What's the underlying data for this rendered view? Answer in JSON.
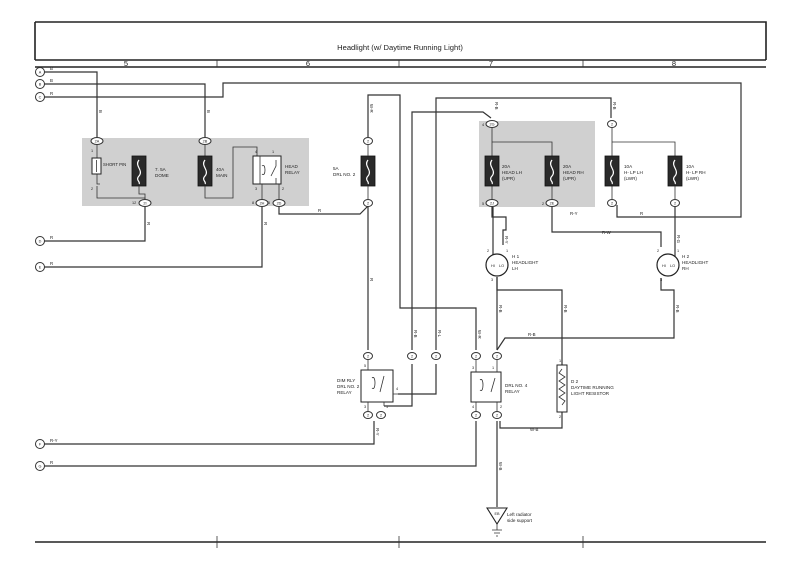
{
  "title": "Headlight (w/ Daytime Running Light)",
  "columns": [
    "5",
    "6",
    "7",
    "8"
  ],
  "connectors": {
    "A": "A",
    "B": "B",
    "C": "C",
    "D": "D",
    "E": "E",
    "F": "F",
    "G": "G"
  },
  "pin_labels": {
    "2A": "2A",
    "2B": "2B",
    "2C": "2C",
    "2D": "2D",
    "2E": "2E",
    "2G": "2G",
    "2H": "2H",
    "2I": "2I",
    "2J": "2J",
    "n1": "1",
    "n2": "2",
    "n3": "3",
    "n4": "4",
    "n5": "5",
    "n8": "8",
    "n12": "12"
  },
  "components": {
    "short_pin": "SHORT PIN",
    "fuse_dome_amp": "7. 5A",
    "fuse_dome_name": "DOME",
    "fuse_main_amp": "40A",
    "fuse_main_name": "MAIN",
    "head_relay_1": "HEAD",
    "head_relay_2": "RELAY",
    "fuse_drl2_amp": "5A",
    "fuse_drl2_name": "DRL NO. 2",
    "fuse_head_lh_amp": "20A",
    "fuse_head_lh_name": "HEAD LH",
    "fuse_head_lh_sub": "(UPR)",
    "fuse_head_rh_amp": "20A",
    "fuse_head_rh_name": "HEAD RH",
    "fuse_head_rh_sub": "(UPR)",
    "fuse_hlp_lh_amp": "10A",
    "fuse_hlp_lh_name": "H- LP LH",
    "fuse_hlp_lh_sub": "(LWR)",
    "fuse_hlp_rh_amp": "10A",
    "fuse_hlp_rh_name": "H- LP RH",
    "fuse_hlp_rh_sub": "(LWR)",
    "h1_id": "H 1",
    "h1_name": "HEADLIGHT",
    "h1_side": "LH",
    "h2_id": "H 2",
    "h2_name": "HEADLIGHT",
    "h2_side": "RH",
    "dim_relay_1": "DIM RLY",
    "dim_relay_2": "DRL NO. 2",
    "dim_relay_3": "RELAY",
    "drl4_relay_1": "DRL NO. 4",
    "drl4_relay_2": "RELAY",
    "d2_id": "D 2",
    "d2_name_1": "DAYTIME RUNNING",
    "d2_name_2": "LIGHT RESISTOR",
    "ground_id": "EB",
    "ground_loc_1": "Left radiator",
    "ground_loc_2": "side support",
    "lamp_hi": "HI",
    "lamp_lo": "LO"
  },
  "wire_colors": {
    "B": "B",
    "R": "R",
    "W_R": "W-R",
    "R_B": "R-B",
    "R_L": "R-L",
    "R_Y": "R-Y",
    "R_W": "R-W",
    "R_G": "R-G",
    "W_B": "W-B"
  }
}
